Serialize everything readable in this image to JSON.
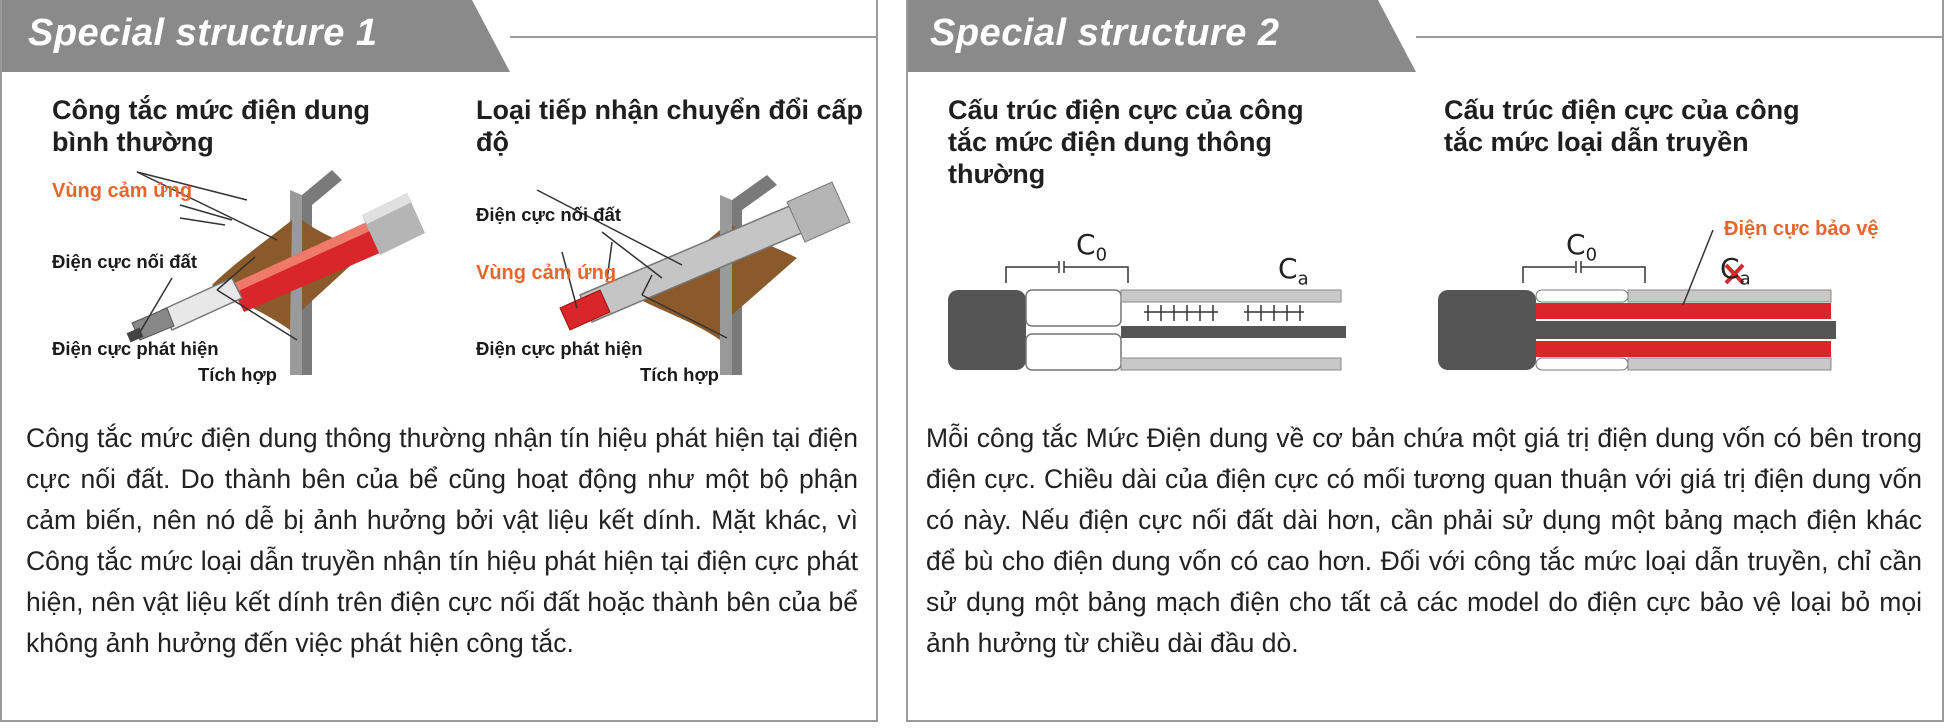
{
  "panel1": {
    "title": "Special structure 1",
    "left_heading": "Công tắc mức điện dung bình thường",
    "right_heading": "Loại tiếp nhận chuyển đổi cấp độ",
    "left_figure": {
      "sensing_zone": "Vùng cảm ứng",
      "ground_electrode": "Điện cực nối đất",
      "detection_electrode": "Điện cực phát hiện",
      "integrated": "Tích hợp"
    },
    "right_figure": {
      "ground_electrode": "Điện cực nối đất",
      "sensing_zone": "Vùng cảm ứng",
      "detection_electrode": "Điện cực phát hiện",
      "integrated": "Tích hợp"
    },
    "description": "Công tắc mức điện dung thông thường nhận tín hiệu phát hiện tại điện cực nối đất. Do thành bên của bể cũng hoạt động như một bộ phận cảm biến, nên nó dễ bị ảnh hưởng bởi vật liệu kết dính. Mặt khác, vì Công tắc mức loại dẫn truyền nhận tín hiệu phát hiện tại điện cực phát hiện, nên vật liệu kết dính trên điện cực nối đất hoặc thành bên của bể không ảnh hưởng đến việc phát hiện công tắc."
  },
  "panel2": {
    "title": "Special structure 2",
    "left_heading": "Cấu trúc điện cực của công tắc mức điện dung thông thường",
    "right_heading": "Cấu trúc điện cực của công tắc mức loại dẫn truyền",
    "left_figure": {
      "c0_base": "C",
      "c0_sub": "0",
      "ca_base": "C",
      "ca_sub": "a"
    },
    "right_figure": {
      "guard_electrode": "Điện cực bảo vệ",
      "c0_base": "C",
      "c0_sub": "0",
      "ca_base": "C",
      "ca_sub": "a"
    },
    "description": "Mỗi công tắc Mức Điện dung về cơ bản chứa một giá trị điện dung vốn có bên trong điện cực. Chiều dài của điện cực có mối tương quan thuận với giá trị điện dung vốn có này. Nếu điện cực nối đất dài hơn, cần phải sử dụng một bảng mạch điện khác để bù cho điện dung vốn có cao hơn. Đối với công tắc mức loại dẫn truyền, chỉ cần sử dụng một bảng mạch điện cho tất cả các model do điện cực bảo vệ loại bỏ mọi ảnh hưởng từ chiều dài đầu dò."
  },
  "colors": {
    "tab_gray": "#8a8a8a",
    "orange": "#e8662c",
    "red": "#d8262a",
    "brown": "#8a5a2b"
  }
}
